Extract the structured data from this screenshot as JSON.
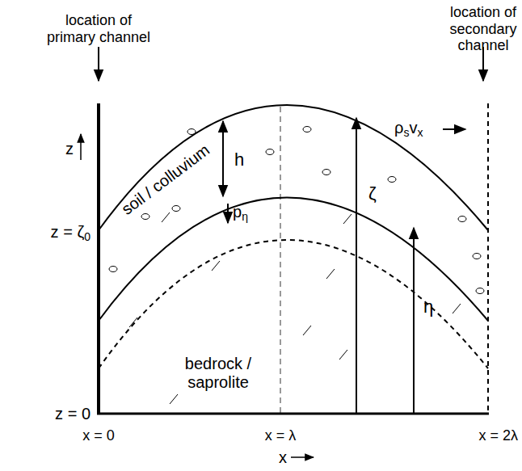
{
  "diagram": {
    "labels": [
      "location of primary channel",
      "location of secondary channel",
      "z",
      "soil / colluvium",
      "h",
      "pη",
      "ζ",
      "ρsvx",
      "z = ζ0",
      "η",
      "bedrock / saprolite",
      "z = 0",
      "x = 0",
      "x = λ",
      "x = 2λ",
      "x"
    ]
  }
}
